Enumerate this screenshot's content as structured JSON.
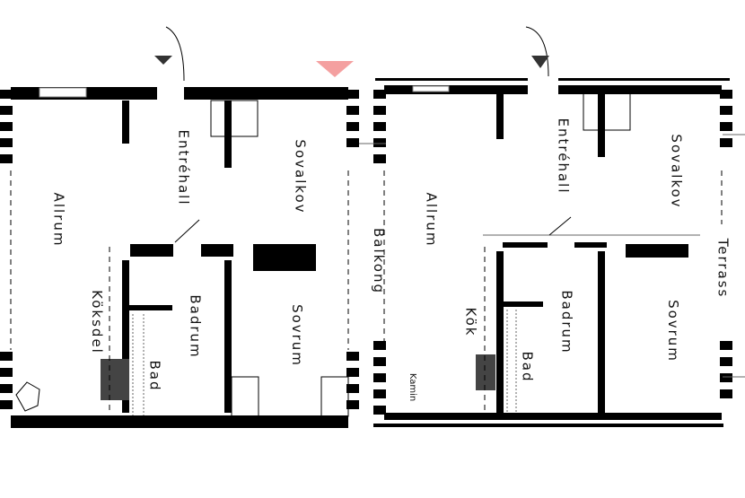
{
  "plan_left": {
    "rooms": {
      "living": "Allrum",
      "hall": "Entréhall",
      "alcove": "Sovalkov",
      "kitchen": "Köksdel",
      "bathroom": "Badrum",
      "bath": "Bad",
      "bedroom": "Sovrum"
    }
  },
  "plan_right": {
    "rooms": {
      "living": "Allrum",
      "hall": "Entréhall",
      "alcove": "Sovalkov",
      "kitchen": "Kök",
      "bathroom": "Badrum",
      "bath": "Bad",
      "bedroom": "Sovrum",
      "balcony": "Balkong",
      "terrace": "Terrass",
      "fireplace": "Kamin"
    }
  },
  "colors": {
    "wall": "#000000",
    "arrow": "#f4a0a0",
    "fixture": "#444444"
  }
}
